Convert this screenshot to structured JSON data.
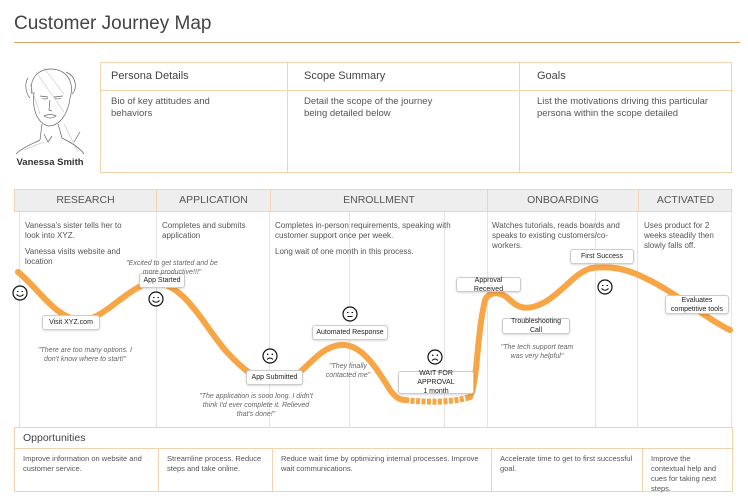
{
  "title": "Customer Journey Map",
  "persona": {
    "name": "Vanessa Smith",
    "columns": [
      {
        "heading": "Persona Details",
        "body": "Bio of key attitudes and behaviors"
      },
      {
        "heading": "Scope Summary",
        "body": "Detail the scope of the journey being detailed below"
      },
      {
        "heading": "Goals",
        "body": "List the motivations driving this particular persona within the scope detailed"
      }
    ]
  },
  "phases": [
    {
      "label": "RESEARCH",
      "descriptions": [
        "Vanessa's sister tells her to look into XYZ.",
        "Vanessa visits website and location"
      ]
    },
    {
      "label": "APPLICATION",
      "descriptions": [
        "Completes and submits application"
      ]
    },
    {
      "label": "ENROLLMENT",
      "descriptions": [
        "Completes in-person requirements, speaking with customer support once per week.",
        "Long wait of one month in this process."
      ]
    },
    {
      "label": "ONBOARDING",
      "descriptions": [
        "Watches tutorials, reads boards and speaks to existing customers/co-workers."
      ]
    },
    {
      "label": "ACTIVATED",
      "descriptions": [
        "Uses product for 2 weeks steadily then slowly falls off."
      ]
    }
  ],
  "touchpoints": [
    {
      "label": "Visit XYZ.com"
    },
    {
      "label": "App Started"
    },
    {
      "label": "App Submitted"
    },
    {
      "label": "Automated Response"
    },
    {
      "label": "WAIT FOR APPROVAL",
      "sub": "1 month"
    },
    {
      "label": "Approval Received"
    },
    {
      "label": "Troubleshooting Call"
    },
    {
      "label": "First Success"
    },
    {
      "label": "Evaluates competitive tools"
    }
  ],
  "quotes": [
    "\"Excited to get started and be more productive!!!\"",
    "\"There are too many options. I don't know where to start!\"",
    "\"The application is sooo long. I didn't think I'd ever complete it. Relieved that's done!\"",
    "\"They finally contacted me\"",
    "\"The tech support team was very helpful\""
  ],
  "emotions": [
    "happy",
    "happy",
    "sad",
    "neutral",
    "sad",
    "happy"
  ],
  "opportunities": {
    "heading": "Opportunities",
    "items": [
      "Improve information on website and customer service.",
      "Streamline process. Reduce steps and take online.",
      "Reduce wait time by optimizing internal processes. Improve wait communications.",
      "Accelerate time to get to first successful goal.",
      "Improve the contextual help and cues for taking next steps."
    ]
  },
  "colors": {
    "accent": "#f7a545",
    "border": "#f2d3ad",
    "rule": "#d9a060"
  }
}
